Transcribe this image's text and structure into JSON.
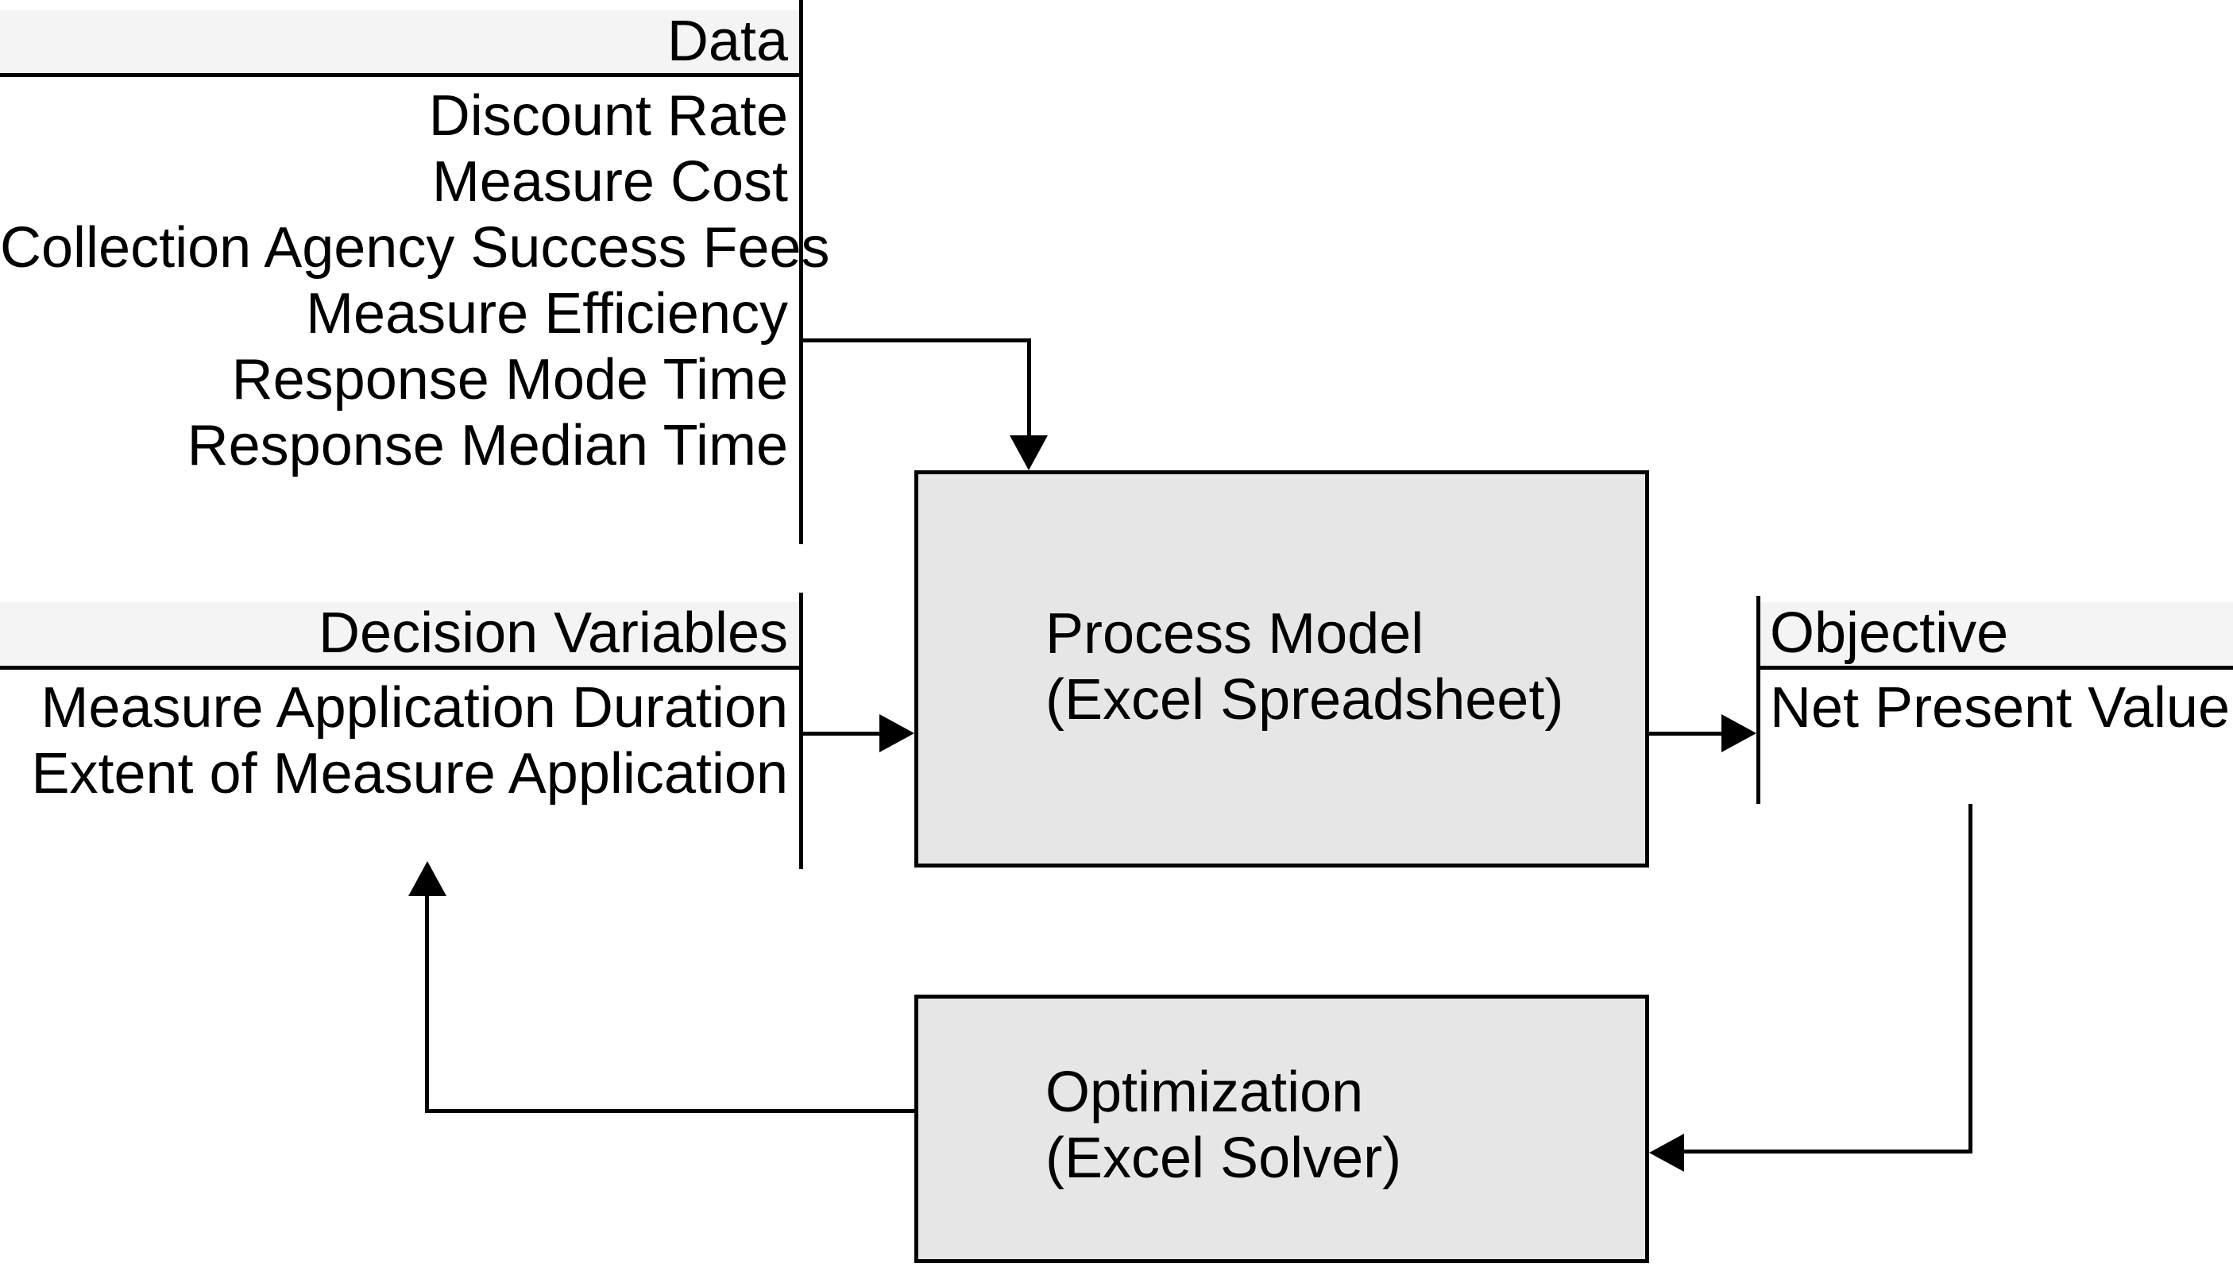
{
  "diagram": {
    "title": "Optimization model structure",
    "colors": {
      "band_fill": "#f4f4f4",
      "box_fill": "#e6e6e6",
      "stroke": "#000000",
      "page": "#ffffff"
    }
  },
  "data_block": {
    "header": "Data",
    "items": [
      "Discount Rate",
      "Measure Cost",
      "Collection Agency Success Fees",
      "Measure Efficiency",
      "Response Mode Time",
      "Response Median Time"
    ]
  },
  "decision_block": {
    "header": "Decision Variables",
    "items": [
      "Measure Application Duration",
      "Extent of Measure Application"
    ]
  },
  "objective_block": {
    "header": "Objective",
    "items": [
      "Net Present Value"
    ]
  },
  "process_box": {
    "line1": "Process Model",
    "line2": "(Excel Spreadsheet)"
  },
  "optimization_box": {
    "line1": "Optimization",
    "line2": "(Excel Solver)"
  },
  "connectors": {
    "data_to_process": "arrow-down",
    "decision_to_process": "arrow-right",
    "process_to_objective": "arrow-right",
    "objective_to_optimization": "arrow-left",
    "optimization_to_decision": "arrow-up"
  }
}
